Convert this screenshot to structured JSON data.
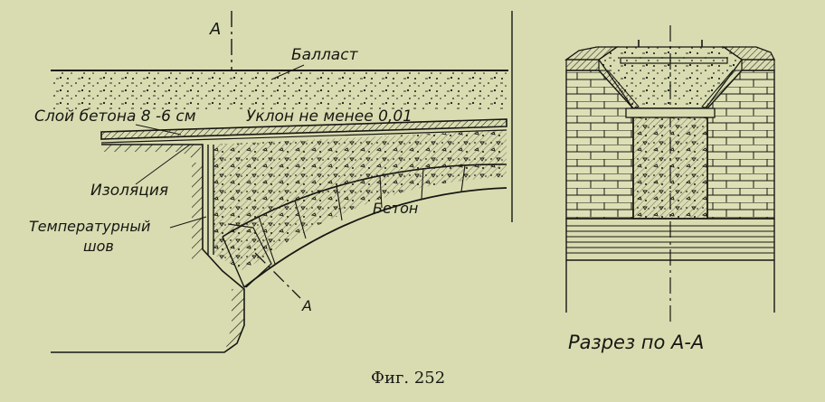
{
  "figure": {
    "caption": "Фиг. 252",
    "section_mark": "А",
    "section_mark_lower": "А",
    "labels": {
      "ballast": "Балласт",
      "concrete_layer": "Слой бетона 8 -6 см",
      "slope": "Уклон не менее 0,01",
      "insulation": "Изоляция",
      "concrete": "Бетон",
      "joint_line1": "Температурный",
      "joint_line2": "шов",
      "section_title": "Разрез по А-А"
    }
  },
  "colors": {
    "paper": "#d9dcb1",
    "ink": "#161712"
  }
}
